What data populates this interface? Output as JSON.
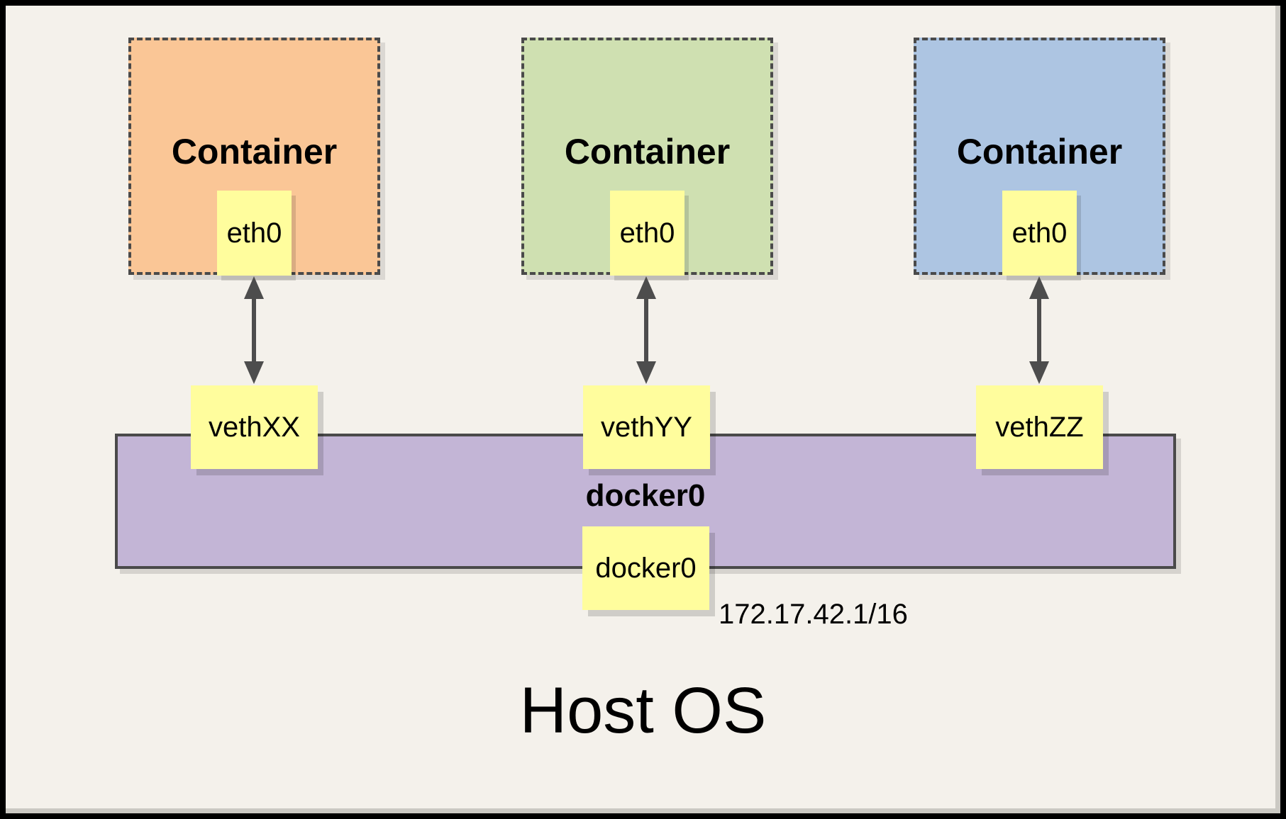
{
  "host": {
    "label": "Host OS"
  },
  "containers": [
    {
      "title": "Container",
      "interface": "eth0",
      "veth": "vethXX",
      "fill": "#FAC696"
    },
    {
      "title": "Container",
      "interface": "eth0",
      "veth": "vethYY",
      "fill": "#CFE0B1"
    },
    {
      "title": "Container",
      "interface": "eth0",
      "veth": "vethZZ",
      "fill": "#ADC5E2"
    }
  ],
  "bridge": {
    "label": "docker0",
    "interface": "docker0",
    "ip": "172.17.42.1/16",
    "fill": "#C3B5D6"
  },
  "colors": {
    "background": "#F4F1EB",
    "frame_border": "#000000",
    "note_fill": "#FFFD9D",
    "dashed_border": "#4A4A4A",
    "arrow": "#4D4D4D"
  }
}
